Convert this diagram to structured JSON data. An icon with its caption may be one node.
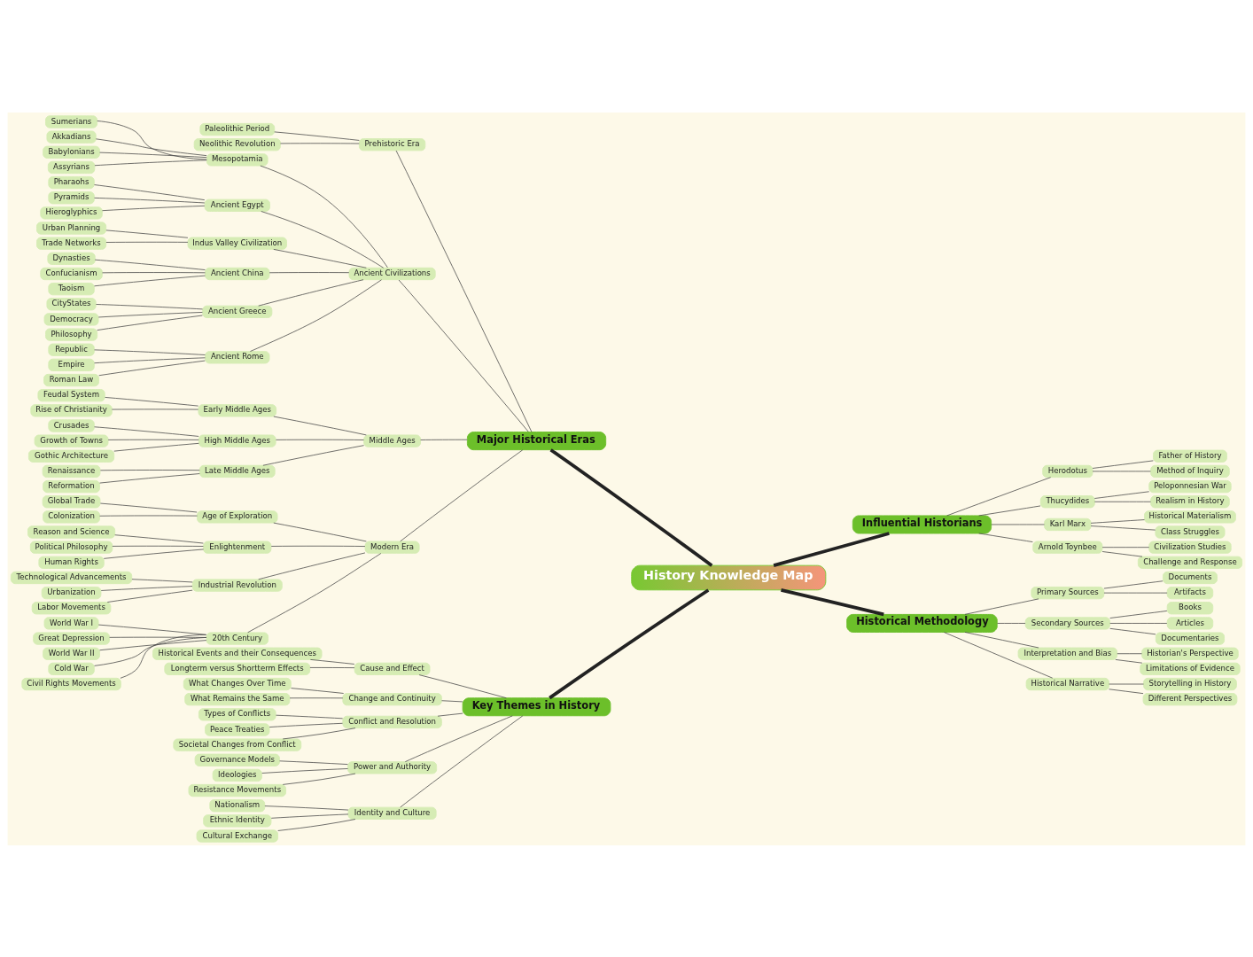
{
  "diagram": {
    "nodes": [
      {
        "text": [
          "History Knowledge Map"
        ]
      },
      {
        "text": [
          "Major Historical Eras"
        ]
      },
      {
        "text": [
          "Prehistoric Era"
        ]
      },
      {
        "text": [
          "Paleolithic Period"
        ]
      },
      {
        "text": [
          "Neolithic Revolution"
        ]
      },
      {
        "text": [
          "Ancient Civilizations"
        ]
      },
      {
        "text": [
          "Mesopotamia"
        ]
      },
      {
        "text": [
          "Sumerians"
        ]
      },
      {
        "text": [
          "Akkadians"
        ]
      },
      {
        "text": [
          "Babylonians"
        ]
      },
      {
        "text": [
          "Assyrians"
        ]
      },
      {
        "text": [
          "Ancient Egypt"
        ]
      },
      {
        "text": [
          "Pharaohs"
        ]
      },
      {
        "text": [
          "Pyramids"
        ]
      },
      {
        "text": [
          "Hieroglyphics"
        ]
      },
      {
        "text": [
          "Indus Valley Civilization"
        ]
      },
      {
        "text": [
          "Urban Planning"
        ]
      },
      {
        "text": [
          "Trade Networks"
        ]
      },
      {
        "text": [
          "Ancient China"
        ]
      },
      {
        "text": [
          "Dynasties"
        ]
      },
      {
        "text": [
          "Confucianism"
        ]
      },
      {
        "text": [
          "Taoism"
        ]
      },
      {
        "text": [
          "Ancient Greece"
        ]
      },
      {
        "text": [
          "CityStates"
        ]
      },
      {
        "text": [
          "Democracy"
        ]
      },
      {
        "text": [
          "Philosophy"
        ]
      },
      {
        "text": [
          "Ancient Rome"
        ]
      },
      {
        "text": [
          "Republic"
        ]
      },
      {
        "text": [
          "Empire"
        ]
      },
      {
        "text": [
          "Roman Law"
        ]
      },
      {
        "text": [
          "Middle Ages"
        ]
      },
      {
        "text": [
          "Early Middle Ages"
        ]
      },
      {
        "text": [
          "Feudal System"
        ]
      },
      {
        "text": [
          "Rise of Christianity"
        ]
      },
      {
        "text": [
          "High Middle Ages"
        ]
      },
      {
        "text": [
          "Crusades"
        ]
      },
      {
        "text": [
          "Growth of Towns"
        ]
      },
      {
        "text": [
          "Gothic Architecture"
        ]
      },
      {
        "text": [
          "Late Middle Ages"
        ]
      },
      {
        "text": [
          "Renaissance"
        ]
      },
      {
        "text": [
          "Reformation"
        ]
      },
      {
        "text": [
          "Modern Era"
        ]
      },
      {
        "text": [
          "Age of Exploration"
        ]
      },
      {
        "text": [
          "Global Trade"
        ]
      },
      {
        "text": [
          "Colonization"
        ]
      },
      {
        "text": [
          "Enlightenment"
        ]
      },
      {
        "text": [
          "Reason and Science"
        ]
      },
      {
        "text": [
          "Political Philosophy"
        ]
      },
      {
        "text": [
          "Human Rights"
        ]
      },
      {
        "text": [
          "Industrial Revolution"
        ]
      },
      {
        "text": [
          "Technological Advancements"
        ]
      },
      {
        "text": [
          "Urbanization"
        ]
      },
      {
        "text": [
          "Labor Movements"
        ]
      },
      {
        "text": [
          "20th Century"
        ]
      },
      {
        "text": [
          "World War I"
        ]
      },
      {
        "text": [
          "Great Depression"
        ]
      },
      {
        "text": [
          "World War II"
        ]
      },
      {
        "text": [
          "Cold War"
        ]
      },
      {
        "text": [
          "Civil Rights Movements"
        ]
      },
      {
        "text": [
          "Key Themes in History"
        ]
      },
      {
        "text": [
          "Cause and Effect"
        ]
      },
      {
        "text": [
          "Historical Events and their Consequences"
        ]
      },
      {
        "text": [
          "Longterm versus Shortterm Effects"
        ]
      },
      {
        "text": [
          "Change and Continuity"
        ]
      },
      {
        "text": [
          "What Changes Over Time"
        ]
      },
      {
        "text": [
          "What Remains the Same"
        ]
      },
      {
        "text": [
          "Conflict and Resolution"
        ]
      },
      {
        "text": [
          "Types of Conflicts"
        ]
      },
      {
        "text": [
          "Peace Treaties"
        ]
      },
      {
        "text": [
          "Societal Changes from Conflict"
        ]
      },
      {
        "text": [
          "Power and Authority"
        ]
      },
      {
        "text": [
          "Governance Models"
        ]
      },
      {
        "text": [
          "Ideologies"
        ]
      },
      {
        "text": [
          "Resistance Movements"
        ]
      },
      {
        "text": [
          "Identity and Culture"
        ]
      },
      {
        "text": [
          "Nationalism"
        ]
      },
      {
        "text": [
          "Ethnic Identity"
        ]
      },
      {
        "text": [
          "Cultural Exchange"
        ]
      },
      {
        "text": [
          "Influential Historians"
        ]
      },
      {
        "text": [
          "Herodotus"
        ]
      },
      {
        "text": [
          "Father of History"
        ]
      },
      {
        "text": [
          "Method of Inquiry"
        ]
      },
      {
        "text": [
          "Thucydides"
        ]
      },
      {
        "text": [
          "Peloponnesian War"
        ]
      },
      {
        "text": [
          "Realism in History"
        ]
      },
      {
        "text": [
          "Karl Marx"
        ]
      },
      {
        "text": [
          "Historical Materialism"
        ]
      },
      {
        "text": [
          "Class Struggles"
        ]
      },
      {
        "text": [
          "Arnold Toynbee"
        ]
      },
      {
        "text": [
          "Civilization Studies"
        ]
      },
      {
        "text": [
          "Challenge and Response"
        ]
      },
      {
        "text": [
          "Historical Methodology"
        ]
      },
      {
        "text": [
          "Primary Sources"
        ]
      },
      {
        "text": [
          "Documents"
        ]
      },
      {
        "text": [
          "Artifacts"
        ]
      },
      {
        "text": [
          "Secondary Sources"
        ]
      },
      {
        "text": [
          "Books"
        ]
      },
      {
        "text": [
          "Articles"
        ]
      },
      {
        "text": [
          "Documentaries"
        ]
      },
      {
        "text": [
          "Interpretation and Bias"
        ]
      },
      {
        "text": [
          "Historian's Perspective"
        ]
      },
      {
        "text": [
          "Limitations of Evidence"
        ]
      },
      {
        "text": [
          "Historical Narrative"
        ]
      },
      {
        "text": [
          "Storytelling in History"
        ]
      },
      {
        "text": [
          "Different Perspectives"
        ]
      }
    ],
    "edges": [
      {
        "from": 0,
        "to": 1,
        "arrow": "none",
        "style": "thick"
      },
      {
        "from": 1,
        "to": 2,
        "arrow": "none"
      },
      {
        "from": 2,
        "to": 3,
        "arrow": "none"
      },
      {
        "from": 2,
        "to": 4,
        "arrow": "none"
      },
      {
        "from": 1,
        "to": 5,
        "arrow": "none"
      },
      {
        "from": 5,
        "to": 6,
        "arrow": "none"
      },
      {
        "from": 6,
        "to": 7,
        "arrow": "none"
      },
      {
        "from": 6,
        "to": 8,
        "arrow": "none"
      },
      {
        "from": 6,
        "to": 9,
        "arrow": "none"
      },
      {
        "from": 6,
        "to": 10,
        "arrow": "none"
      },
      {
        "from": 5,
        "to": 11,
        "arrow": "none"
      },
      {
        "from": 11,
        "to": 12,
        "arrow": "none"
      },
      {
        "from": 11,
        "to": 13,
        "arrow": "none"
      },
      {
        "from": 11,
        "to": 14,
        "arrow": "none"
      },
      {
        "from": 5,
        "to": 15,
        "arrow": "none"
      },
      {
        "from": 15,
        "to": 16,
        "arrow": "none"
      },
      {
        "from": 15,
        "to": 17,
        "arrow": "none"
      },
      {
        "from": 5,
        "to": 18,
        "arrow": "none"
      },
      {
        "from": 18,
        "to": 19,
        "arrow": "none"
      },
      {
        "from": 18,
        "to": 20,
        "arrow": "none"
      },
      {
        "from": 18,
        "to": 21,
        "arrow": "none"
      },
      {
        "from": 5,
        "to": 22,
        "arrow": "none"
      },
      {
        "from": 22,
        "to": 23,
        "arrow": "none"
      },
      {
        "from": 22,
        "to": 24,
        "arrow": "none"
      },
      {
        "from": 22,
        "to": 25,
        "arrow": "none"
      },
      {
        "from": 5,
        "to": 26,
        "arrow": "none"
      },
      {
        "from": 26,
        "to": 27,
        "arrow": "none"
      },
      {
        "from": 26,
        "to": 28,
        "arrow": "none"
      },
      {
        "from": 26,
        "to": 29,
        "arrow": "none"
      },
      {
        "from": 1,
        "to": 30,
        "arrow": "none"
      },
      {
        "from": 30,
        "to": 31,
        "arrow": "none"
      },
      {
        "from": 31,
        "to": 32,
        "arrow": "none"
      },
      {
        "from": 31,
        "to": 33,
        "arrow": "none"
      },
      {
        "from": 30,
        "to": 34,
        "arrow": "none"
      },
      {
        "from": 34,
        "to": 35,
        "arrow": "none"
      },
      {
        "from": 34,
        "to": 36,
        "arrow": "none"
      },
      {
        "from": 34,
        "to": 37,
        "arrow": "none"
      },
      {
        "from": 30,
        "to": 38,
        "arrow": "none"
      },
      {
        "from": 38,
        "to": 39,
        "arrow": "none"
      },
      {
        "from": 38,
        "to": 40,
        "arrow": "none"
      },
      {
        "from": 1,
        "to": 41,
        "arrow": "none"
      },
      {
        "from": 41,
        "to": 42,
        "arrow": "none"
      },
      {
        "from": 42,
        "to": 43,
        "arrow": "none"
      },
      {
        "from": 42,
        "to": 44,
        "arrow": "none"
      },
      {
        "from": 41,
        "to": 45,
        "arrow": "none"
      },
      {
        "from": 45,
        "to": 46,
        "arrow": "none"
      },
      {
        "from": 45,
        "to": 47,
        "arrow": "none"
      },
      {
        "from": 45,
        "to": 48,
        "arrow": "none"
      },
      {
        "from": 41,
        "to": 49,
        "arrow": "none"
      },
      {
        "from": 49,
        "to": 50,
        "arrow": "none"
      },
      {
        "from": 49,
        "to": 51,
        "arrow": "none"
      },
      {
        "from": 49,
        "to": 52,
        "arrow": "none"
      },
      {
        "from": 41,
        "to": 53,
        "arrow": "none"
      },
      {
        "from": 53,
        "to": 54,
        "arrow": "none"
      },
      {
        "from": 53,
        "to": 55,
        "arrow": "none"
      },
      {
        "from": 53,
        "to": 56,
        "arrow": "none"
      },
      {
        "from": 53,
        "to": 57,
        "arrow": "none"
      },
      {
        "from": 53,
        "to": 58,
        "arrow": "none"
      },
      {
        "from": 0,
        "to": 59,
        "arrow": "none",
        "style": "thick"
      },
      {
        "from": 59,
        "to": 60,
        "arrow": "none"
      },
      {
        "from": 60,
        "to": 61,
        "arrow": "none"
      },
      {
        "from": 60,
        "to": 62,
        "arrow": "none"
      },
      {
        "from": 59,
        "to": 63,
        "arrow": "none"
      },
      {
        "from": 63,
        "to": 64,
        "arrow": "none"
      },
      {
        "from": 63,
        "to": 65,
        "arrow": "none"
      },
      {
        "from": 59,
        "to": 66,
        "arrow": "none"
      },
      {
        "from": 66,
        "to": 67,
        "arrow": "none"
      },
      {
        "from": 66,
        "to": 68,
        "arrow": "none"
      },
      {
        "from": 66,
        "to": 69,
        "arrow": "none"
      },
      {
        "from": 59,
        "to": 70,
        "arrow": "none"
      },
      {
        "from": 70,
        "to": 71,
        "arrow": "none"
      },
      {
        "from": 70,
        "to": 72,
        "arrow": "none"
      },
      {
        "from": 70,
        "to": 73,
        "arrow": "none"
      },
      {
        "from": 59,
        "to": 74,
        "arrow": "none"
      },
      {
        "from": 74,
        "to": 75,
        "arrow": "none"
      },
      {
        "from": 74,
        "to": 76,
        "arrow": "none"
      },
      {
        "from": 74,
        "to": 77,
        "arrow": "none"
      },
      {
        "from": 0,
        "to": 78,
        "arrow": "none",
        "style": "thick"
      },
      {
        "from": 78,
        "to": 79,
        "arrow": "none"
      },
      {
        "from": 79,
        "to": 80,
        "arrow": "none"
      },
      {
        "from": 79,
        "to": 81,
        "arrow": "none"
      },
      {
        "from": 78,
        "to": 82,
        "arrow": "none"
      },
      {
        "from": 82,
        "to": 83,
        "arrow": "none"
      },
      {
        "from": 82,
        "to": 84,
        "arrow": "none"
      },
      {
        "from": 78,
        "to": 85,
        "arrow": "none"
      },
      {
        "from": 85,
        "to": 86,
        "arrow": "none"
      },
      {
        "from": 85,
        "to": 87,
        "arrow": "none"
      },
      {
        "from": 78,
        "to": 88,
        "arrow": "none"
      },
      {
        "from": 88,
        "to": 89,
        "arrow": "none"
      },
      {
        "from": 88,
        "to": 90,
        "arrow": "none"
      },
      {
        "from": 0,
        "to": 91,
        "arrow": "none",
        "style": "thick"
      },
      {
        "from": 91,
        "to": 92,
        "arrow": "none"
      },
      {
        "from": 92,
        "to": 93,
        "arrow": "none"
      },
      {
        "from": 92,
        "to": 94,
        "arrow": "none"
      },
      {
        "from": 91,
        "to": 95,
        "arrow": "none"
      },
      {
        "from": 95,
        "to": 96,
        "arrow": "none"
      },
      {
        "from": 95,
        "to": 97,
        "arrow": "none"
      },
      {
        "from": 95,
        "to": 98,
        "arrow": "none"
      },
      {
        "from": 91,
        "to": 99,
        "arrow": "none"
      },
      {
        "from": 99,
        "to": 100,
        "arrow": "none"
      },
      {
        "from": 99,
        "to": 101,
        "arrow": "none"
      },
      {
        "from": 91,
        "to": 102,
        "arrow": "none"
      },
      {
        "from": 102,
        "to": 103,
        "arrow": "none"
      },
      {
        "from": 102,
        "to": 104,
        "arrow": "none"
      }
    ]
  }
}
